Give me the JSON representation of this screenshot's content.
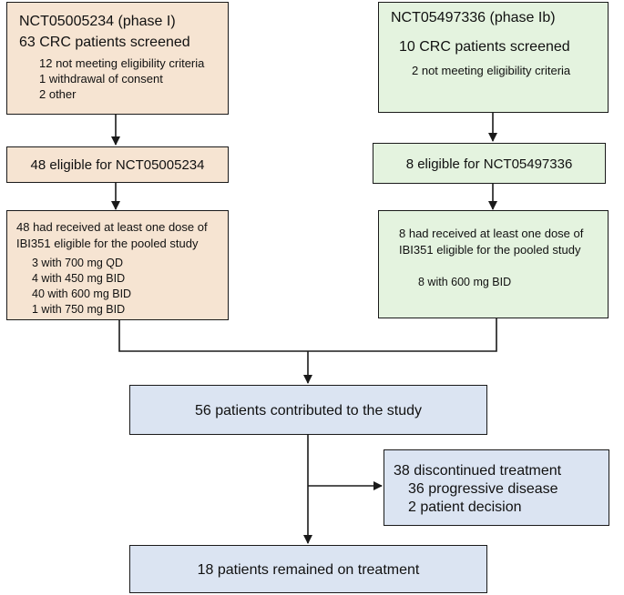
{
  "left_trial": {
    "title": "NCT05005234 (phase I)",
    "screened": "63 CRC patients screened",
    "exclusions": [
      "12 not meeting eligibility criteria",
      "1 withdrawal of consent",
      "2 other"
    ],
    "eligible": "48 eligible for NCT05005234",
    "dosed_line1": "48 had received at least one dose of",
    "dosed_line2": "IBI351 eligible for the pooled study",
    "doses": [
      "3 with 700 mg QD",
      "4 with 450 mg BID",
      "40 with 600 mg BID",
      "1 with 750 mg BID"
    ]
  },
  "right_trial": {
    "title": "NCT05497336 (phase Ib)",
    "screened": "10 CRC patients screened",
    "exclusions": [
      "2 not meeting eligibility criteria"
    ],
    "eligible": "8 eligible for NCT05497336",
    "dosed_line1": "8 had received at least one dose of",
    "dosed_line2": "IBI351 eligible for the pooled study",
    "doses": [
      "8 with 600 mg BID"
    ]
  },
  "pooled": "56 patients contributed to the study",
  "discontinued": {
    "title": "38 discontinued treatment",
    "reasons": [
      "36 progressive disease",
      "2 patient decision"
    ]
  },
  "remained": "18 patients remained on treatment",
  "colors": {
    "left_fill": "#f6e4d2",
    "right_fill": "#e4f3df",
    "bottom_fill": "#dbe4f2",
    "border": "#1a1a1a"
  }
}
